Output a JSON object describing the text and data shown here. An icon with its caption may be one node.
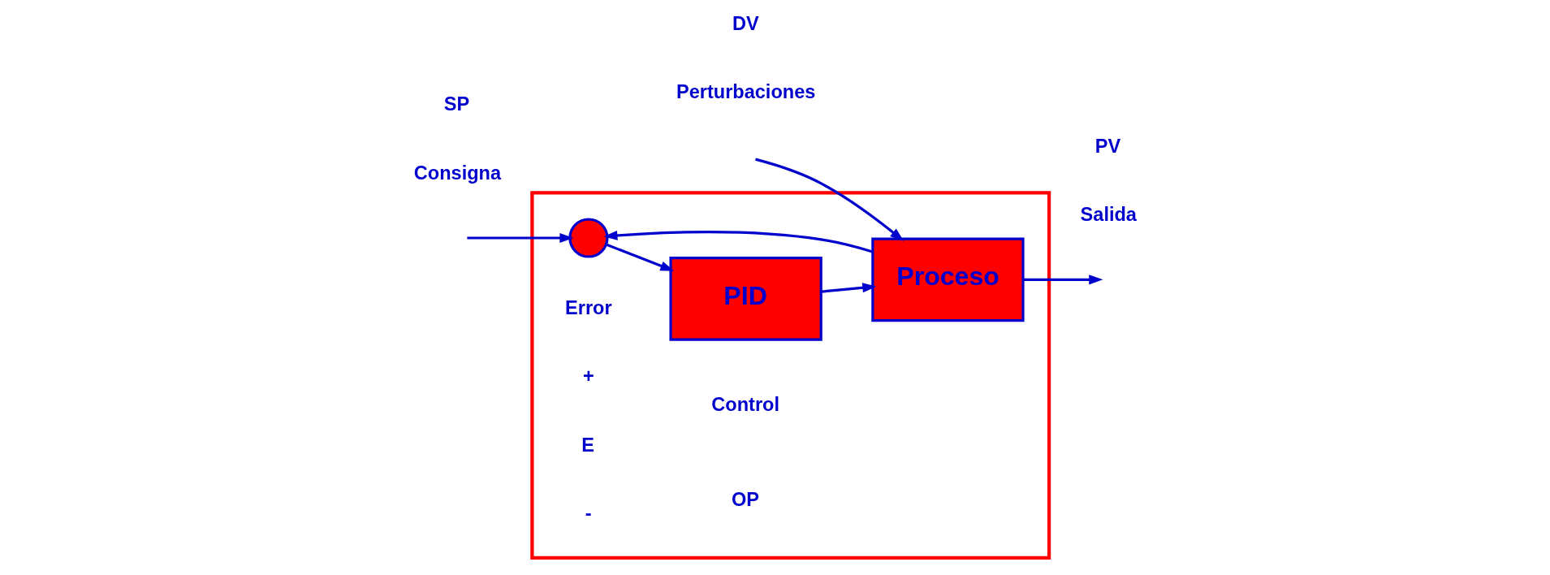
{
  "diagram": {
    "nodes": [
      {
        "text": [],
        "shape": "box"
      },
      {
        "text": [],
        "shape": "circle",
        "in": 0
      },
      {
        "text": [
          "PID"
        ],
        "in": 0
      },
      {
        "text": [
          "Proceso"
        ],
        "in": 0
      }
    ],
    "edges": [
      {
        "from": null,
        "to": 1,
        "arrow": "to"
      },
      {
        "from": 1,
        "to": 2,
        "arrow": "to"
      },
      {
        "from": 2,
        "to": 3,
        "arrow": "to"
      },
      {
        "from": null,
        "to": 3,
        "arrow": "to"
      },
      {
        "from": 3,
        "to": null,
        "arrow": "to"
      },
      {
        "from": 3,
        "to": 1,
        "arrow": "to"
      }
    ],
    "labels": [
      "Perturbaciones",
      "DV",
      "Control",
      "Error",
      "Consigna",
      "+",
      "Salida",
      "SP",
      "E",
      "OP",
      "PV",
      "-"
    ]
  }
}
